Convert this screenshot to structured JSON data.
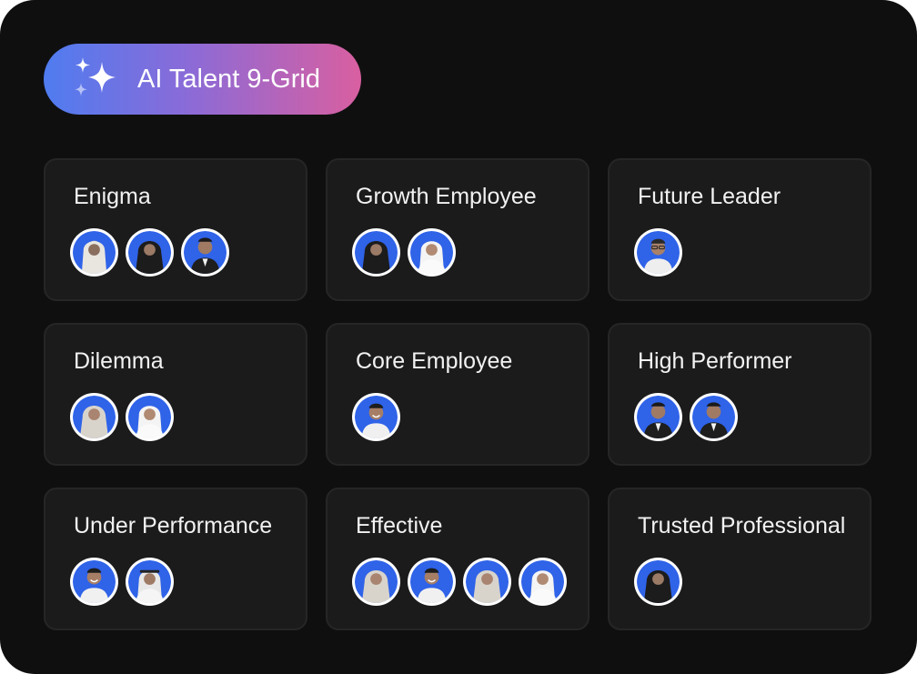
{
  "header": {
    "title": "AI Talent 9-Grid",
    "icon": "sparkle-icon",
    "gradient": [
      "#4f7cf0",
      "#d95fa0"
    ]
  },
  "colors": {
    "background": "#0f0f0f",
    "cell": "#1b1b1b",
    "avatar_bg": "#2f63e8"
  },
  "grid": [
    {
      "label": "Enigma",
      "avatars": [
        "hijab-dark",
        "hijab-black",
        "suit-man"
      ]
    },
    {
      "label": "Growth Employee",
      "avatars": [
        "hijab-black",
        "ghutra-man"
      ]
    },
    {
      "label": "Future Leader",
      "avatars": [
        "man-glasses"
      ]
    },
    {
      "label": "Dilemma",
      "avatars": [
        "hijab-light",
        "ghutra-man"
      ]
    },
    {
      "label": "Core Employee",
      "avatars": [
        "man-smile"
      ]
    },
    {
      "label": "High Performer",
      "avatars": [
        "suit-man",
        "suit-man"
      ]
    },
    {
      "label": "Under Performance",
      "avatars": [
        "man-smile",
        "ghutra-agal-man"
      ]
    },
    {
      "label": "Effective",
      "avatars": [
        "hijab-light",
        "man-smile",
        "hijab-light",
        "ghutra-man"
      ]
    },
    {
      "label": "Trusted Professional",
      "avatars": [
        "hijab-black"
      ]
    }
  ]
}
